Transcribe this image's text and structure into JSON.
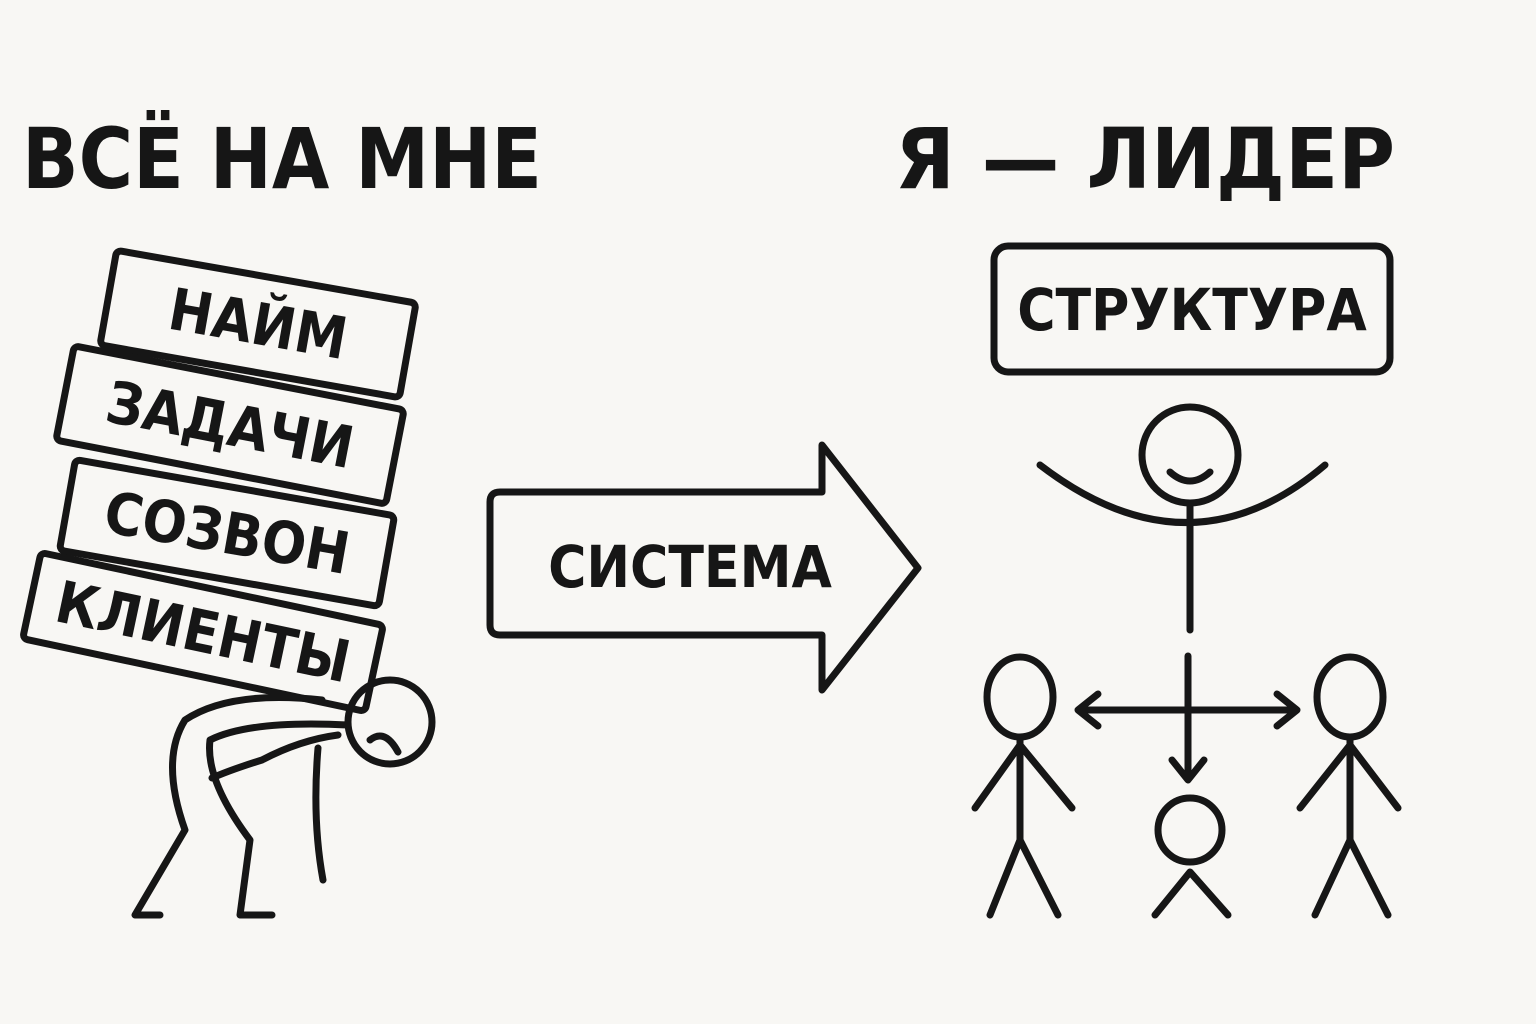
{
  "left": {
    "title": "ВСЁ НА МНЕ",
    "stack": [
      "НАЙМ",
      "ЗАДАЧИ",
      "СОЗВОН",
      "КЛИЕНТЫ"
    ]
  },
  "arrow": {
    "label": "СИСТЕМА"
  },
  "right": {
    "title": "Я — ЛИДЕР",
    "box": "СТРУКТУРА"
  },
  "colors": {
    "ink": "#161616",
    "background": "#f8f7f4"
  }
}
